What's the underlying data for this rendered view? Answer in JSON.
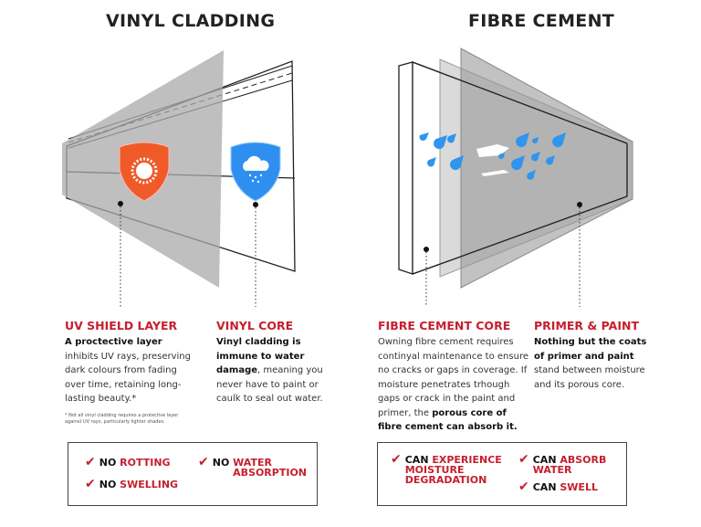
{
  "vinyl": {
    "title": "VINYL CLADDING",
    "uv": {
      "heading": "UV SHIELD LAYER",
      "bold": "A proctective layer",
      "text": " inhibits UV rays, preserving dark colours from fading over time, retaining long-lasting beauty.*"
    },
    "core": {
      "heading": "VINYL CORE",
      "bold": "Vinyl cladding is immune to water damage",
      "text": ", meaning you never have to paint or caulk to seal out water."
    },
    "footnote": "* Not all vinyl cladding requires a protective layer against UV rays, particularly lighter shades.",
    "benefits": [
      {
        "prefix": "NO ",
        "highlight": "ROTTING"
      },
      {
        "prefix": "NO ",
        "highlight": "SWELLING"
      },
      {
        "prefix": "NO ",
        "highlight": "WATER ABSORPTION"
      }
    ]
  },
  "fibre": {
    "title": "FIBRE CEMENT",
    "core": {
      "heading": "FIBRE CEMENT CORE",
      "text": "Owning fibre cement requires continyal maintenance to ensure no cracks or gaps in coverage. If moisture penetrates trhough gaps or crack in the paint and primer, the ",
      "bold": "porous core of fibre cement can absorb it."
    },
    "primer": {
      "heading": "PRIMER & PAINT",
      "bold": "Nothing but the coats of primer and paint",
      "text": " stand between moisture and its porous core."
    },
    "drawbacks": [
      {
        "prefix": "CAN ",
        "highlight": "EXPERIENCE MOISTURE DEGRADATION"
      },
      {
        "prefix": "CAN ",
        "highlight": "ABSORB WATER"
      },
      {
        "prefix": "CAN ",
        "highlight": "SWELL"
      }
    ]
  },
  "colors": {
    "accent": "#c4202e",
    "uv_shield": "#f05a28",
    "water_shield": "#2e8ff0",
    "raindrop": "#2f95ee",
    "layer_gray": "#a9a9a9"
  },
  "icons": {
    "uv": "sun-shield-icon",
    "core": "rain-shield-icon",
    "check": "check-icon"
  }
}
